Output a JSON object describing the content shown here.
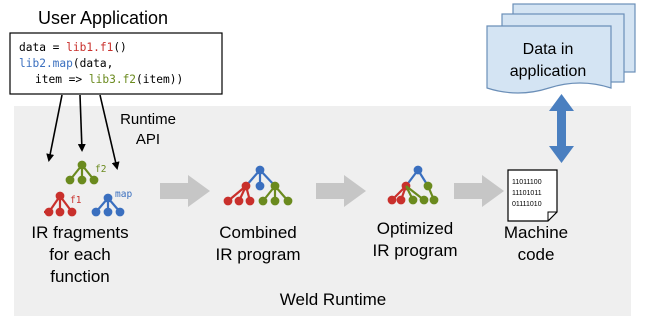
{
  "user_app": {
    "title": "User Application",
    "code": {
      "line1": {
        "a": "data = ",
        "b": "lib1.f1",
        "c": "()"
      },
      "line2": {
        "a": "lib2.map",
        "b": "(data,"
      },
      "line3": {
        "a": "item => ",
        "b": "lib3.f2",
        "c": "(item))"
      }
    }
  },
  "runtime_api": {
    "line1": "Runtime",
    "line2": "API"
  },
  "fragment_labels": {
    "f1": "f1",
    "f2": "f2",
    "map": "map"
  },
  "stages": {
    "fragments": {
      "line1": "IR fragments",
      "line2": "for each",
      "line3": "function"
    },
    "combined": {
      "line1": "Combined",
      "line2": "IR program"
    },
    "optimized": {
      "line1": "Optimized",
      "line2": "IR program"
    },
    "machine": {
      "line1": "Machine",
      "line2": "code"
    }
  },
  "machine_code": {
    "row1": "11011100",
    "row2": "11101011",
    "row3": "01111010"
  },
  "data_box": {
    "line1": "Data in",
    "line2": "application"
  },
  "region_label": "Weld Runtime",
  "colors": {
    "red": "#c9302c",
    "green": "#6a8a1e",
    "blue": "#3a6fbf",
    "doc_box": "#d4e4f3",
    "doc_border": "#6b8fb8",
    "double_arrow": "#4a7fc0",
    "stage_arrow": "#c6c6c6",
    "region_bg": "#efefef"
  }
}
